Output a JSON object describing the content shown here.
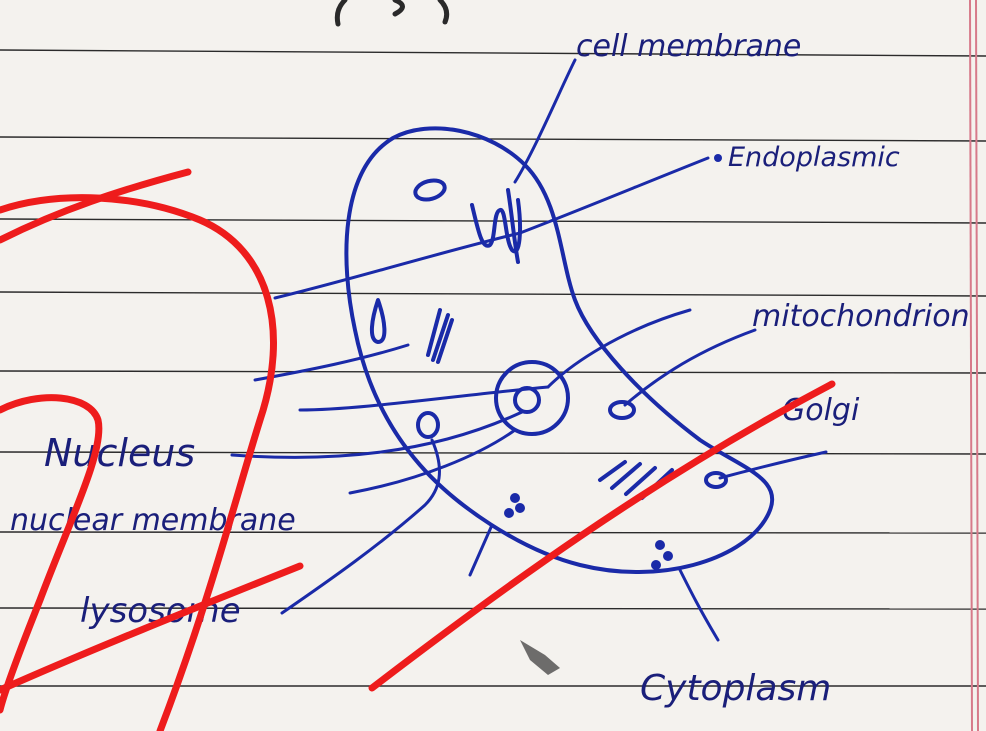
{
  "diagram": {
    "labels": {
      "cell_membrane": "cell membrane",
      "endoplasmic": "Endoplasmic",
      "mitochondrion": "mitochondrion",
      "golgi": "Golgi",
      "nucleus": "Nucleus",
      "nuclear_membrane": "nuclear membrane",
      "lysosome": "lysosome",
      "cytoplasm": "Cytoplasm"
    },
    "heading_fragment": "(b)"
  },
  "colors": {
    "paper": "#f4f2ee",
    "rule_line": "#2b2b2b",
    "margin_line": "#d77a8a",
    "ink_blue": "#1a2aa8",
    "pencil": "#2a2a2a",
    "red_mark": "#ee1c1c"
  }
}
